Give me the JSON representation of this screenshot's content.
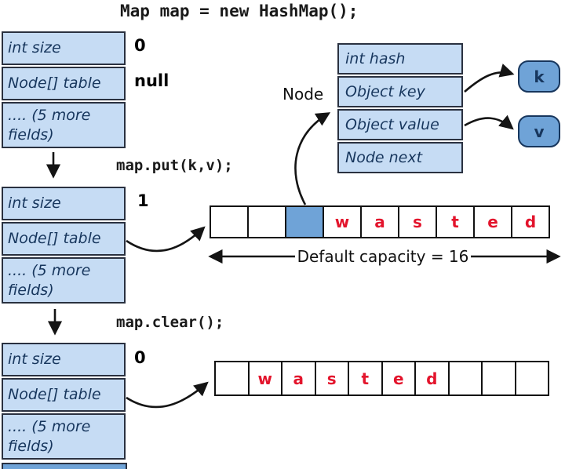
{
  "title": "Map map = new HashMap();",
  "colors": {
    "light_blue": "#c6dcf4",
    "medium_blue": "#6fa3d7",
    "navy_text": "#17365d",
    "red_letter": "#e3142c",
    "line": "#141414"
  },
  "states": [
    {
      "rows": [
        "int size",
        "Node[] table",
        ".... (5 more fields)"
      ],
      "size_value": "0",
      "table_value": "null"
    },
    {
      "rows": [
        "int size",
        "Node[] table",
        ".... (5 more fields)"
      ],
      "size_value": "1"
    },
    {
      "rows": [
        "int size",
        "Node[] table",
        ".... (5 more fields)"
      ],
      "size_value": "0"
    }
  ],
  "operations": {
    "put": "map.put(k,v);",
    "clear": "map.clear();"
  },
  "node": {
    "label": "Node",
    "rows": [
      "int hash",
      "Object key",
      "Object value",
      "Node next"
    ],
    "key_ref": "k",
    "value_ref": "v"
  },
  "arrays": {
    "capacity": {
      "cells": [
        "",
        "",
        "",
        "w",
        "a",
        "s",
        "t",
        "e",
        "d"
      ],
      "highlight_index": 2,
      "caption": "Default capacity = 16"
    },
    "cleared": {
      "cells": [
        "",
        "w",
        "a",
        "s",
        "t",
        "e",
        "d",
        "",
        "",
        ""
      ]
    }
  }
}
